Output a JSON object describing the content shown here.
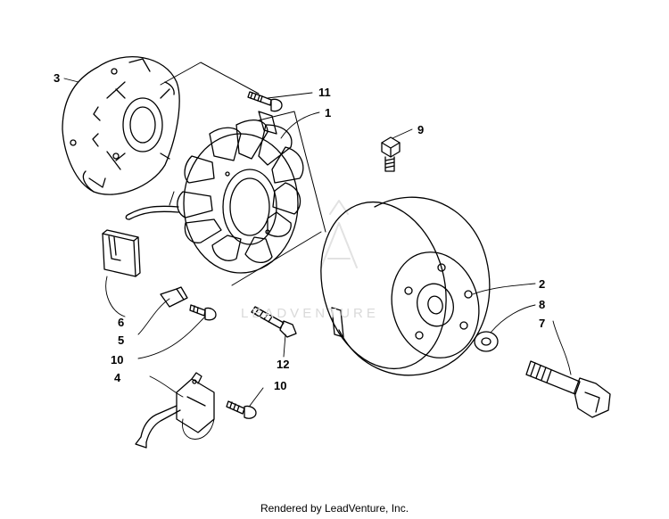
{
  "diagram": {
    "callouts": {
      "c1": "1",
      "c2": "2",
      "c3": "3",
      "c4": "4",
      "c5": "5",
      "c6": "6",
      "c7": "7",
      "c8": "8",
      "c9": "9",
      "c10a": "10",
      "c10b": "10",
      "c11": "11",
      "c12": "12"
    },
    "watermark": "LEADVENTURE"
  },
  "footer": {
    "text": "Rendered by LeadVenture, Inc."
  }
}
